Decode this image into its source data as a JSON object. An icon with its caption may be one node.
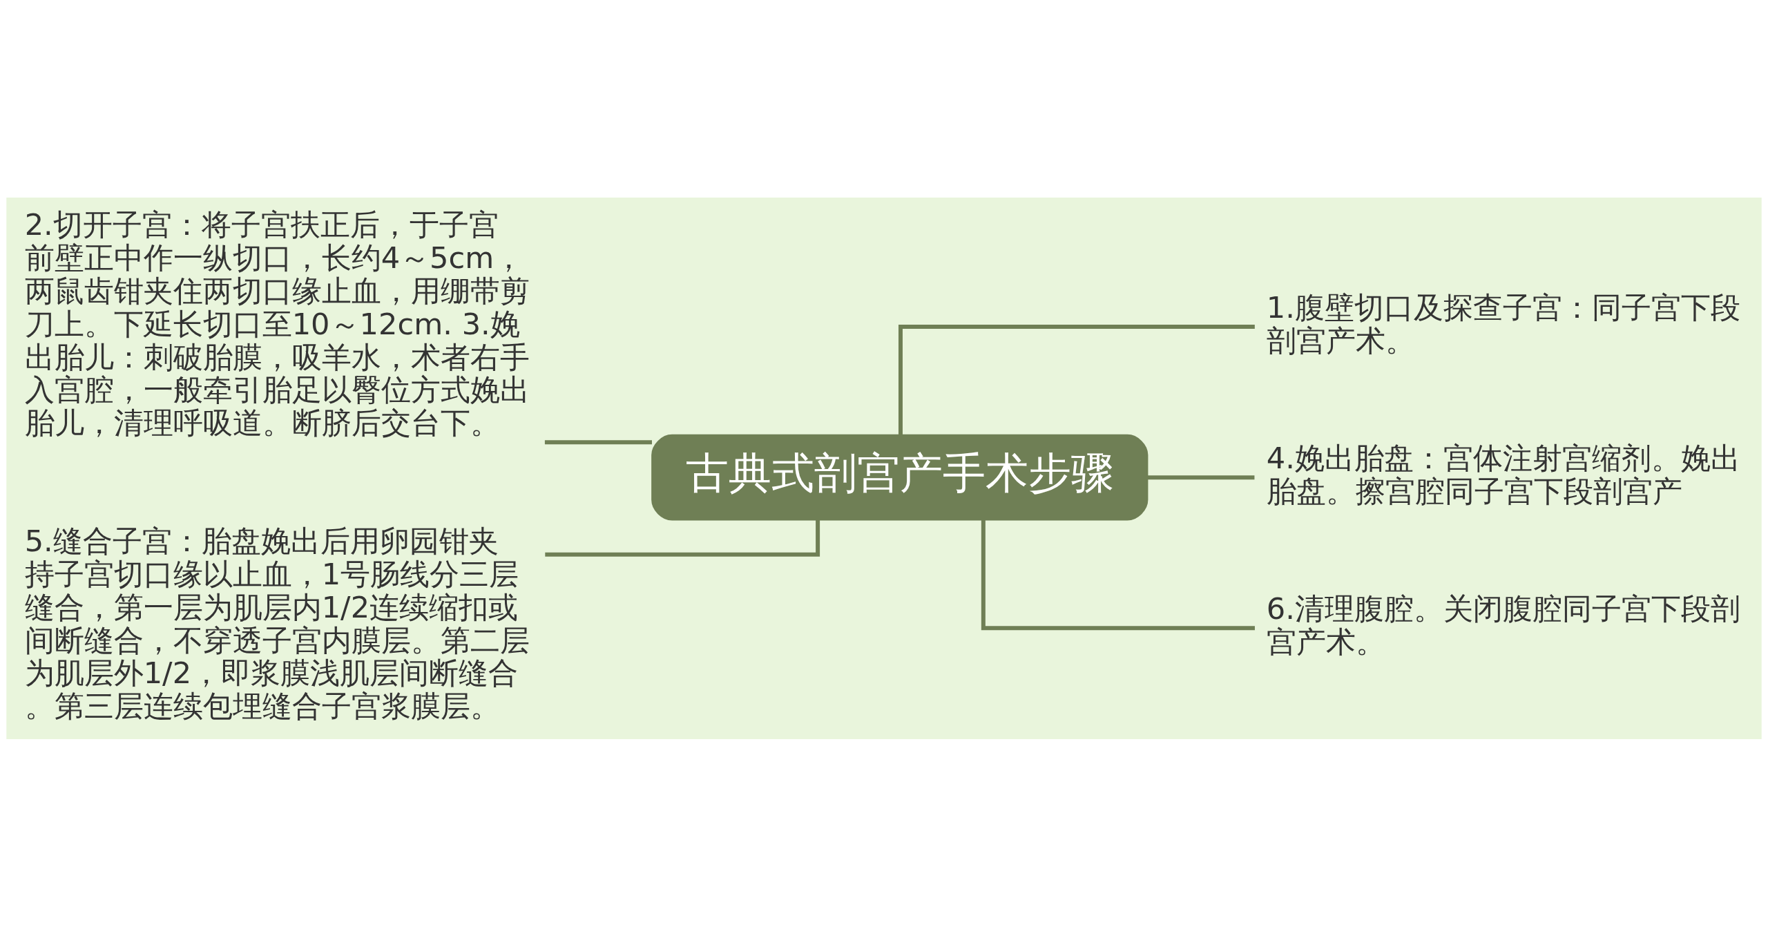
{
  "diagram": {
    "nodes": [
      {
        "text": [
          "古典式剖宫产手术步骤"
        ]
      },
      {
        "text": [
          "2.切开子宫：将子宫扶正后，于子宫前壁正中作一纵切口，长约4～5cm，两鼠齿钳夹住两切口缘止血，用绷带剪刀上。下延长切口至10～12cm. 3.娩出胎儿：刺破胎膜，吸羊水，术者右手入宫腔，一般牵引胎足以臀位方式娩出胎儿，清理呼吸道。断脐后交台下。"
        ]
      },
      {
        "text": [
          "5.缝合子宫：胎盘娩出后用卵园钳夹持子宫切口缘以止血，1号肠线分三层缝合，第一层为肌层内1/2连续缩扣或间断缝合，不穿透子宫内膜层。第二层为肌层外1/2，即浆膜浅肌层间断缝合。第三层连续包埋缝合子宫浆膜层。"
        ]
      },
      {
        "text": [
          "1.腹壁切口及探查子宫：同子宫下段剖宫产术。"
        ]
      },
      {
        "text": [
          "4.娩出胎盘：宫体注射宫缩剂。娩出胎盘。擦宫腔同子宫下段剖宫产"
        ]
      },
      {
        "text": [
          "6.清理腹腔。关闭腹腔同子宫下段剖宫产术。"
        ]
      }
    ],
    "edges": [
      {
        "from": 0,
        "to": 1,
        "arrow": "none"
      },
      {
        "from": 0,
        "to": 2,
        "arrow": "none"
      },
      {
        "from": 0,
        "to": 3,
        "arrow": "none"
      },
      {
        "from": 0,
        "to": 4,
        "arrow": "none"
      },
      {
        "from": 0,
        "to": 5,
        "arrow": "none"
      }
    ]
  }
}
